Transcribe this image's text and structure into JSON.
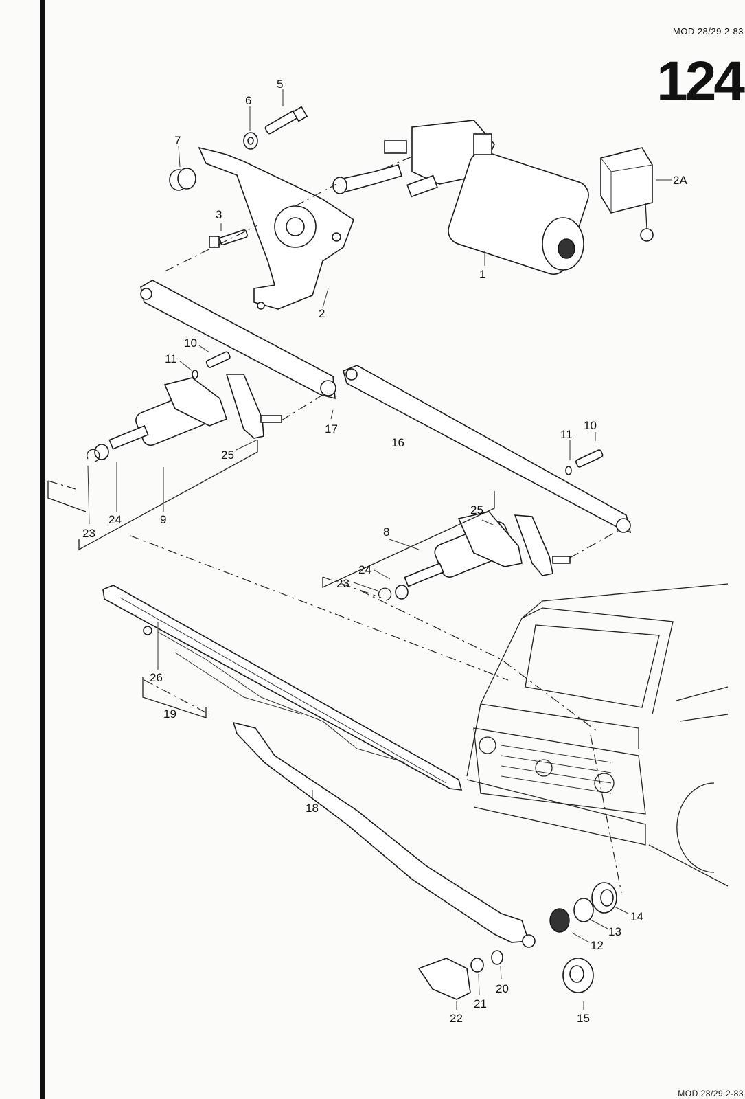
{
  "header": {
    "model_ref": "MOD 28/29  2-83",
    "page_number": "124",
    "footer_ref": "MOD 28/29  2-83"
  },
  "callouts": {
    "c1": "1",
    "c2": "2",
    "c2a": "2A",
    "c3": "3",
    "c5": "5",
    "c6": "6",
    "c7": "7",
    "c8": "8",
    "c9": "9",
    "c10a": "10",
    "c10b": "10",
    "c11a": "11",
    "c11b": "11",
    "c12": "12",
    "c13": "13",
    "c14": "14",
    "c15": "15",
    "c16": "16",
    "c17": "17",
    "c18": "18",
    "c19": "19",
    "c20": "20",
    "c21": "21",
    "c22": "22",
    "c23a": "23",
    "c23b": "23",
    "c24a": "24",
    "c24b": "24",
    "c25a": "25",
    "c25b": "25",
    "c26": "26"
  }
}
